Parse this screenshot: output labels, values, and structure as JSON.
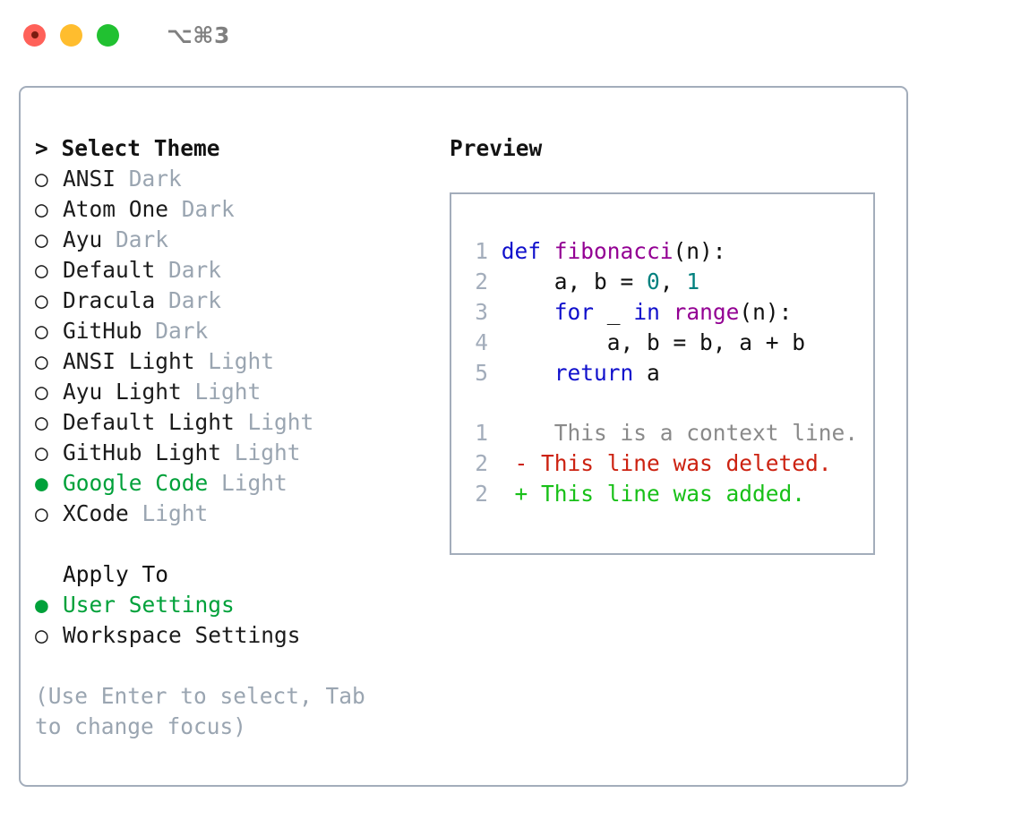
{
  "window": {
    "shortcut": "⌥⌘3",
    "traffic_lights": [
      {
        "name": "close",
        "color": "#ff6159"
      },
      {
        "name": "minimize",
        "color": "#ffbd2e"
      },
      {
        "name": "maximize",
        "color": "#21c131"
      }
    ]
  },
  "colors": {
    "accent_green": "#00a13a",
    "muted": "#9aa5b1",
    "border": "#a3adbb",
    "keyword": "#1010cc",
    "function": "#930093",
    "number": "#00807e",
    "plain": "#101010",
    "diff_context": "#8a8a8a",
    "diff_deleted": "#cc2211",
    "diff_added": "#18c018"
  },
  "theme_picker": {
    "header": "> Select Theme",
    "marker_selected": "●",
    "marker_unselected": "○",
    "items": [
      {
        "name": "ANSI",
        "kind": "Dark",
        "selected": false
      },
      {
        "name": "Atom One",
        "kind": "Dark",
        "selected": false
      },
      {
        "name": "Ayu",
        "kind": "Dark",
        "selected": false
      },
      {
        "name": "Default",
        "kind": "Dark",
        "selected": false
      },
      {
        "name": "Dracula",
        "kind": "Dark",
        "selected": false
      },
      {
        "name": "GitHub",
        "kind": "Dark",
        "selected": false
      },
      {
        "name": "ANSI Light",
        "kind": "Light",
        "selected": false
      },
      {
        "name": "Ayu Light",
        "kind": "Light",
        "selected": false
      },
      {
        "name": "Default Light",
        "kind": "Light",
        "selected": false
      },
      {
        "name": "GitHub Light",
        "kind": "Light",
        "selected": false
      },
      {
        "name": "Google Code",
        "kind": "Light",
        "selected": true
      },
      {
        "name": "XCode",
        "kind": "Light",
        "selected": false
      }
    ]
  },
  "apply_to": {
    "header": "Apply To",
    "items": [
      {
        "name": "User Settings",
        "selected": true
      },
      {
        "name": "Workspace Settings",
        "selected": false
      }
    ]
  },
  "hint": "(Use Enter to select, Tab to change focus)",
  "preview": {
    "header": "Preview",
    "code_lines": [
      {
        "num": "1",
        "tokens": [
          {
            "t": "def ",
            "c": "tok-kw"
          },
          {
            "t": "fibonacci",
            "c": "tok-fn"
          },
          {
            "t": "(n):",
            "c": "tok-pln"
          }
        ]
      },
      {
        "num": "2",
        "tokens": [
          {
            "t": "    a, b = ",
            "c": "tok-pln"
          },
          {
            "t": "0",
            "c": "tok-num"
          },
          {
            "t": ", ",
            "c": "tok-pln"
          },
          {
            "t": "1",
            "c": "tok-num"
          }
        ]
      },
      {
        "num": "3",
        "tokens": [
          {
            "t": "    ",
            "c": "tok-pln"
          },
          {
            "t": "for",
            "c": "tok-kw"
          },
          {
            "t": " _ ",
            "c": "tok-pln"
          },
          {
            "t": "in",
            "c": "tok-kw"
          },
          {
            "t": " ",
            "c": "tok-pln"
          },
          {
            "t": "range",
            "c": "tok-fn"
          },
          {
            "t": "(n):",
            "c": "tok-pln"
          }
        ]
      },
      {
        "num": "4",
        "tokens": [
          {
            "t": "        a, b = b, a + b",
            "c": "tok-pln"
          }
        ]
      },
      {
        "num": "5",
        "tokens": [
          {
            "t": "    ",
            "c": "tok-pln"
          },
          {
            "t": "return",
            "c": "tok-kw"
          },
          {
            "t": " a",
            "c": "tok-pln"
          }
        ]
      }
    ],
    "diff_lines": [
      {
        "num": "1",
        "marker": " ",
        "text": "  This is a context line.",
        "c": "tok-ctx"
      },
      {
        "num": "2",
        "marker": "-",
        "text": " This line was deleted.",
        "c": "tok-del"
      },
      {
        "num": "2",
        "marker": "+",
        "text": " This line was added.",
        "c": "tok-add"
      }
    ]
  }
}
